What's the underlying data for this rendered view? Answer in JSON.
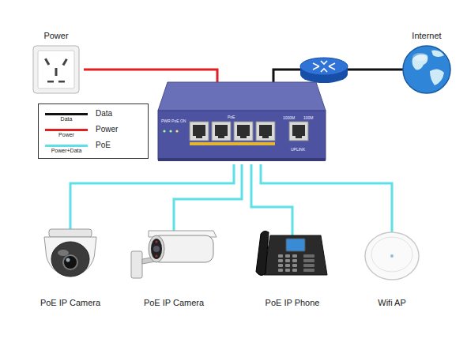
{
  "diagram": {
    "nodes": [
      {
        "text": [
          "Power"
        ]
      },
      {
        "text": [
          "Internet"
        ]
      },
      {
        "text": [
          "PWR PoE ON",
          "PoE",
          "1000M",
          "100M",
          "UPLINK"
        ]
      },
      {
        "text": [
          "PoE IP Camera"
        ]
      },
      {
        "text": [
          "PoE IP Camera"
        ]
      },
      {
        "text": [
          "PoE IP Phone"
        ]
      },
      {
        "text": [
          "Wifi AP"
        ]
      }
    ],
    "edges": [
      {
        "from": 0,
        "to": 2,
        "arrow": "none"
      },
      {
        "from": 2,
        "to": 1,
        "arrow": "none"
      },
      {
        "from": 2,
        "to": 3,
        "arrow": "none"
      },
      {
        "from": 2,
        "to": 4,
        "arrow": "none"
      },
      {
        "from": 2,
        "to": 5,
        "arrow": "none"
      },
      {
        "from": 2,
        "to": 6,
        "arrow": "none"
      }
    ],
    "labels": [
      "Data",
      "Power",
      "Power+Data"
    ],
    "legend": [
      {
        "text": "Data"
      },
      {
        "text": "Power"
      },
      {
        "text": "PoE"
      }
    ]
  }
}
